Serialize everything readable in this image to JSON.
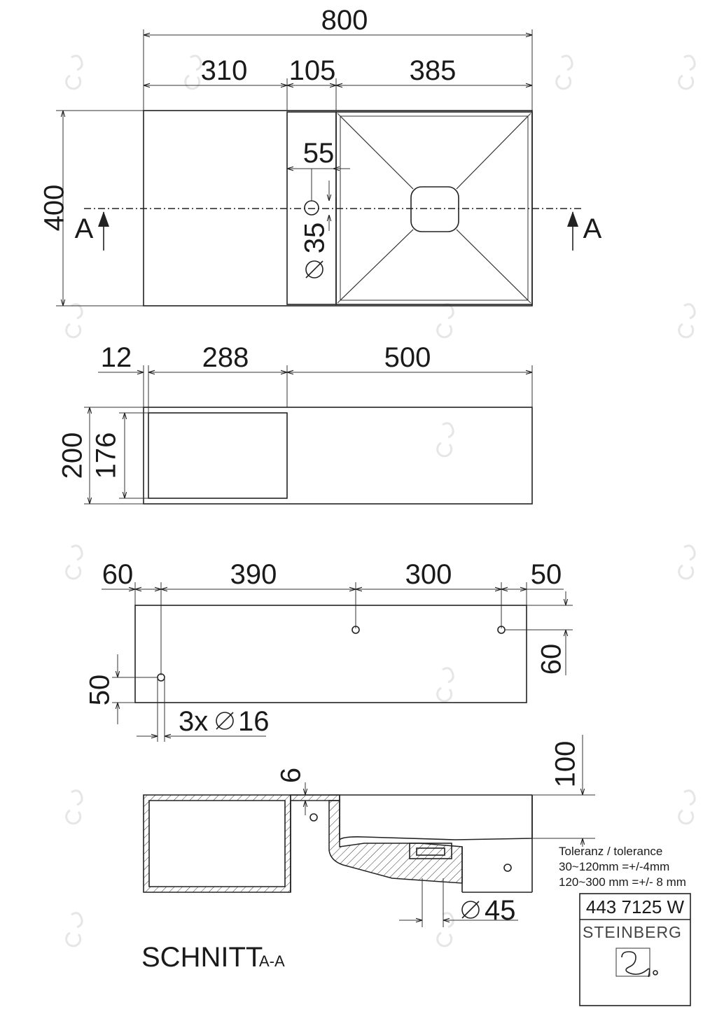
{
  "top_view": {
    "overall_width": "800",
    "seg_left": "310",
    "seg_mid": "105",
    "seg_right": "385",
    "height": "400",
    "tap_offset": "55",
    "tap_hole": "35",
    "section_marker": "A"
  },
  "front_view": {
    "wall": "12",
    "cavity_width": "288",
    "body_width": "500",
    "total_height": "200",
    "cavity_height": "176"
  },
  "hole_view": {
    "d_left": "60",
    "d_a": "390",
    "d_b": "300",
    "d_right": "50",
    "d_vert_right": "60",
    "d_vert_left": "50",
    "holes": "3x",
    "hole_dia": "16"
  },
  "section": {
    "wall_top": "6",
    "depth": "100",
    "drain_dia": "45",
    "title": "SCHNITT",
    "subtitle": "A-A"
  },
  "tolerance": {
    "heading": "Toleranz / tolerance",
    "line1": "30~120mm =+/-4mm",
    "line2": "120~300 mm =+/- 8 mm"
  },
  "title_block": {
    "article": "443 7125 W",
    "brand": "STEINBERG",
    "logo_icon": "steinberg-faucet-logo"
  }
}
